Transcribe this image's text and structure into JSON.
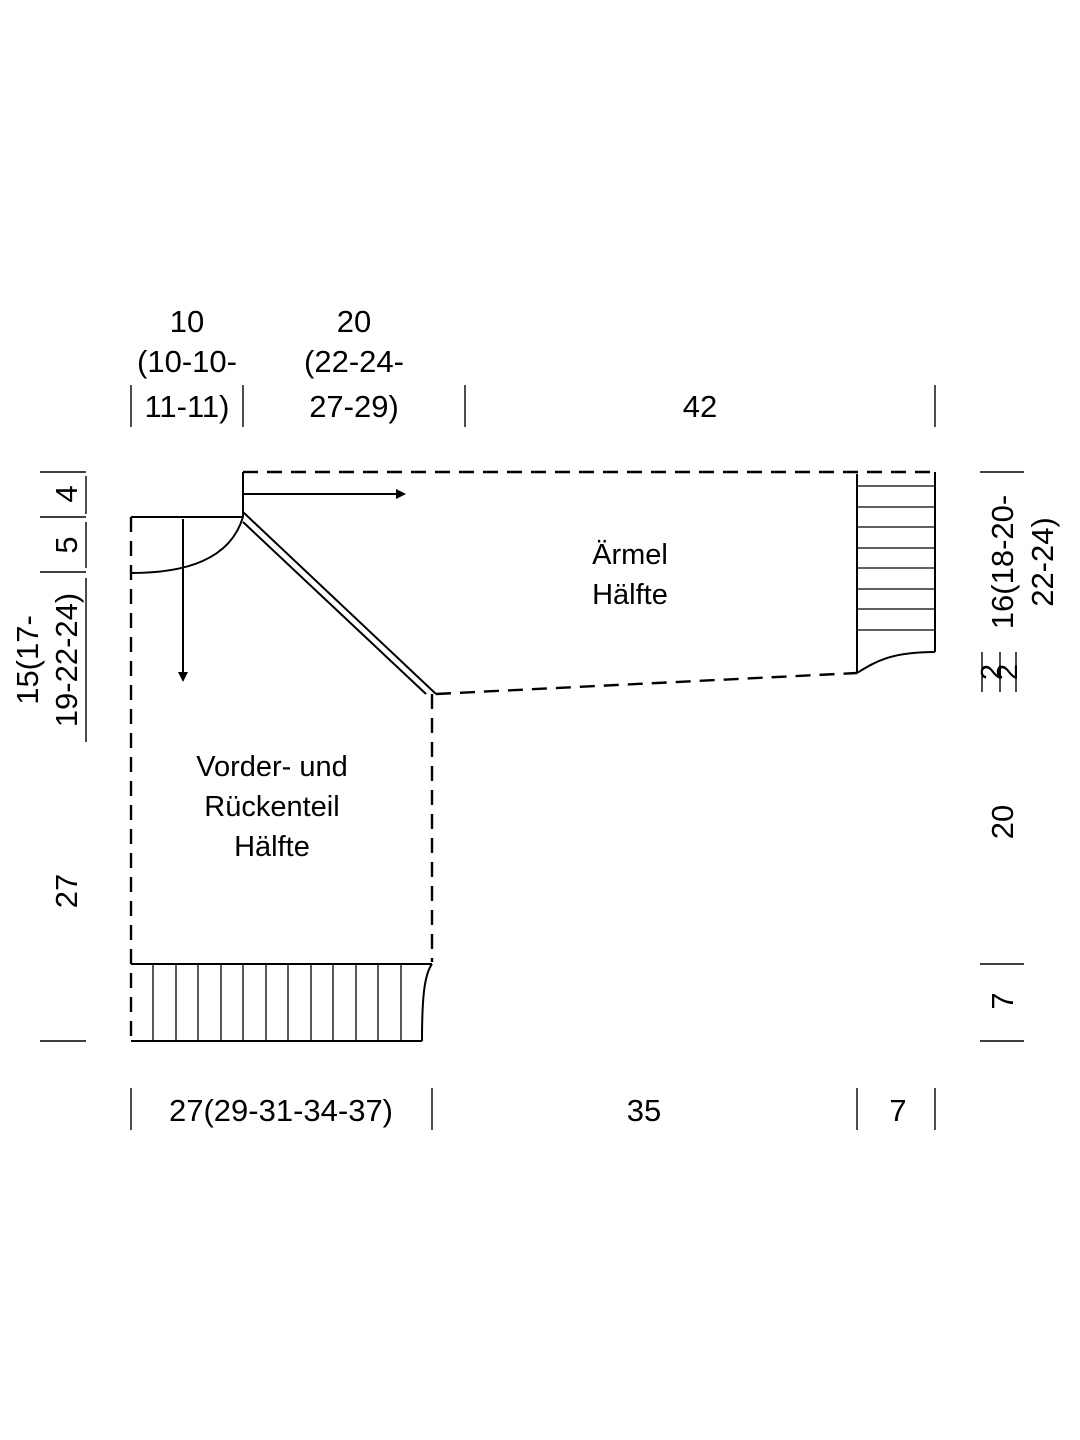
{
  "diagram": {
    "pieces": {
      "body": [
        "Vorder- und",
        "Rückenteil",
        "Hälfte"
      ],
      "sleeve": [
        "Ärmel",
        "Hälfte"
      ]
    },
    "top_dims": {
      "neck_width": [
        "10",
        "(10-10-",
        "11-11)"
      ],
      "shoulder_width": [
        "20",
        "(22-24-",
        "27-29)"
      ],
      "sleeve_length": "42"
    },
    "bottom_dims": {
      "body_width": "27(29-31-34-37)",
      "sleeve_body": "35",
      "cuff": "7"
    },
    "left_dims": {
      "shoulder_drop": "4",
      "neck_depth": "5",
      "armhole": [
        "15(17-",
        "19-22-24)"
      ],
      "body_length": "27"
    },
    "right_dims": {
      "sleeve_height": [
        "16(18-20-",
        "22-24)"
      ],
      "sleeve_gap_a": "2",
      "sleeve_gap_b": "2",
      "side_length": "20",
      "rib_height": "7"
    }
  }
}
